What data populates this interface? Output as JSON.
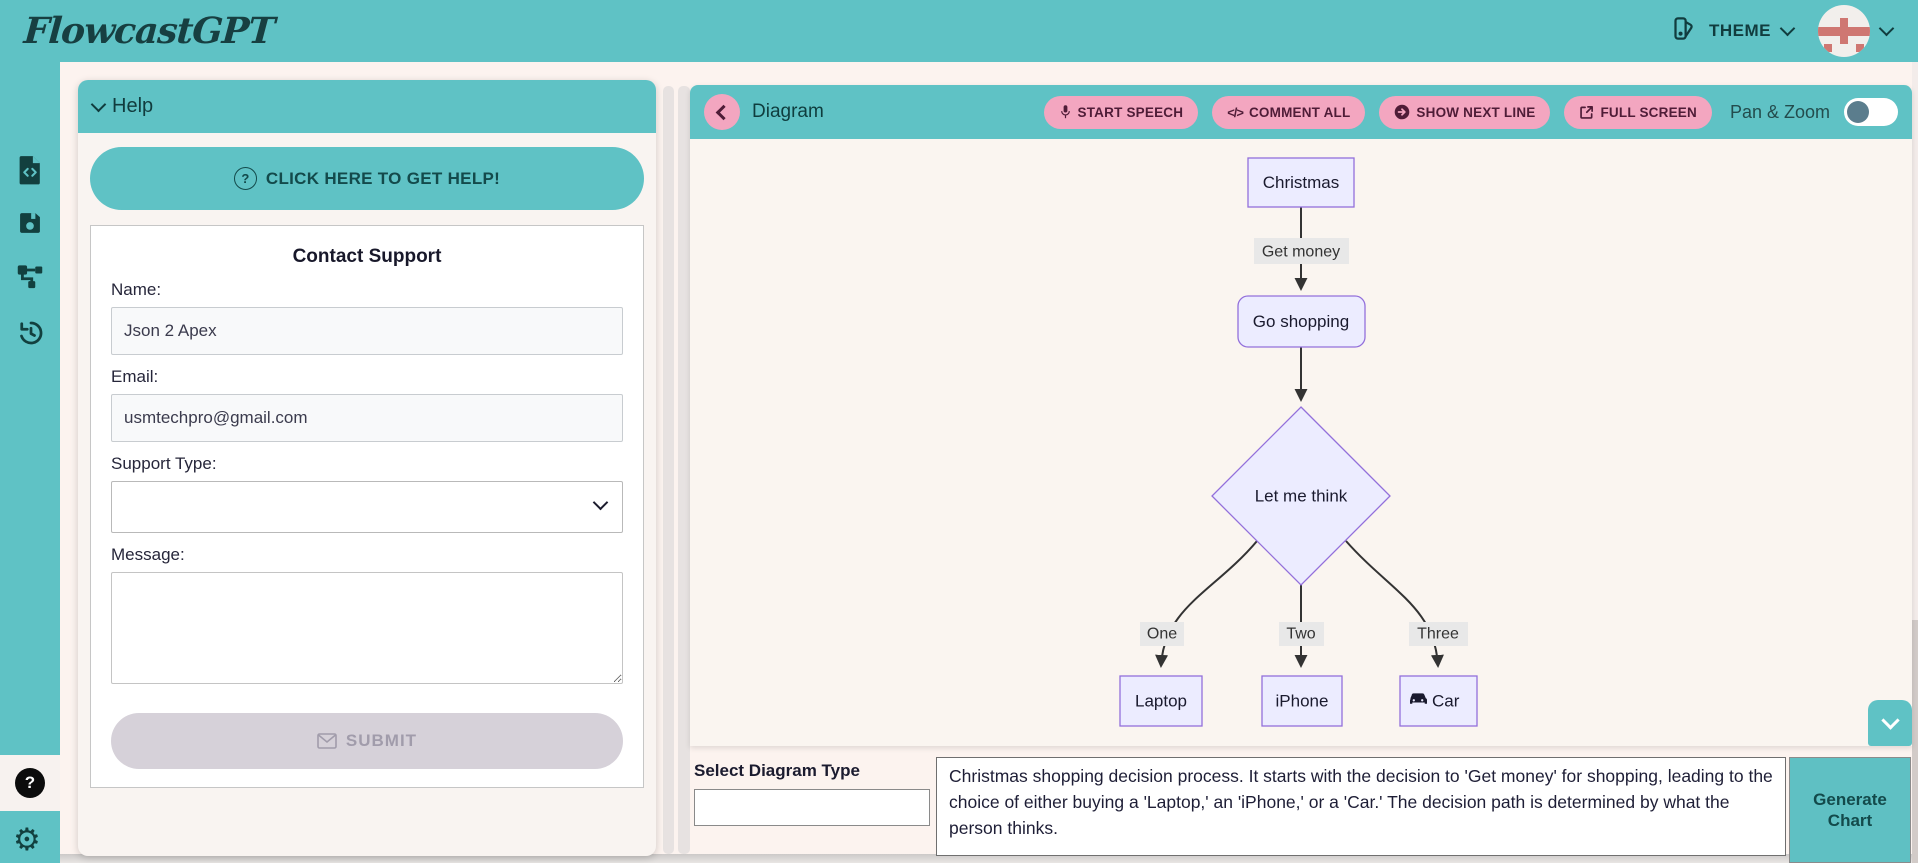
{
  "header": {
    "logo": "FlowcastGPT",
    "theme_label": "THEME"
  },
  "sidebar": {
    "icons": [
      "code-file-icon",
      "save-icon",
      "flowchart-icon",
      "history-icon"
    ],
    "bottom_icons": [
      "help-question-icon",
      "settings-gear-icon"
    ]
  },
  "help_panel": {
    "title": "Help",
    "get_help_button": "CLICK HERE TO GET HELP!",
    "contact_form": {
      "title": "Contact Support",
      "name_label": "Name:",
      "name_value": "Json 2 Apex",
      "email_label": "Email:",
      "email_value": "usmtechpro@gmail.com",
      "support_type_label": "Support Type:",
      "support_type_value": "",
      "message_label": "Message:",
      "message_value": "",
      "submit_label": "SUBMIT"
    }
  },
  "diagram_panel": {
    "title": "Diagram",
    "start_speech": "START SPEECH",
    "comment_all": "COMMENT ALL",
    "show_next_line": "SHOW NEXT LINE",
    "full_screen": "FULL SCREEN",
    "pan_zoom_label": "Pan & Zoom",
    "pan_zoom_enabled": false
  },
  "flowchart": {
    "nodes": [
      {
        "label": "Christmas",
        "shape": "rect"
      },
      {
        "label": "Go shopping",
        "shape": "rounded-rect"
      },
      {
        "label": "Let me think",
        "shape": "diamond"
      },
      {
        "label": "Laptop",
        "shape": "rect"
      },
      {
        "label": "iPhone",
        "shape": "rect"
      },
      {
        "label": "Car",
        "shape": "rect",
        "icon": "car-icon"
      }
    ],
    "edges": [
      {
        "from": "Christmas",
        "to": "Go shopping",
        "label": "Get money"
      },
      {
        "from": "Go shopping",
        "to": "Let me think",
        "label": ""
      },
      {
        "from": "Let me think",
        "to": "Laptop",
        "label": "One"
      },
      {
        "from": "Let me think",
        "to": "iPhone",
        "label": "Two"
      },
      {
        "from": "Let me think",
        "to": "Car",
        "label": "Three"
      }
    ],
    "node_fill": "#ECECFF",
    "node_border": "#9370DB",
    "edge_label_bg": "#e8e8e8",
    "edge_color": "#333333"
  },
  "bottom_bar": {
    "select_label": "Select Diagram Type",
    "select_value": "",
    "description": "Christmas shopping decision process. It starts with the decision to 'Get money' for shopping, leading to the choice of either buying a 'Laptop,' an 'iPhone,' or a 'Car.' The decision path is determined by what the person thinks.",
    "generate_button": "Generate Chart"
  },
  "colors": {
    "teal": "#5fc2c5",
    "dark_teal_text": "#134a4b",
    "pink_button": "#f3a6c0",
    "pink_button_text": "#4f1c37",
    "page_bg": "#fcf3ef",
    "canvas_bg": "#faf5f0",
    "disabled_button_bg": "#d6d1d9",
    "disabled_button_text": "#a19cab",
    "toggle_knob": "#5b7d8d"
  }
}
